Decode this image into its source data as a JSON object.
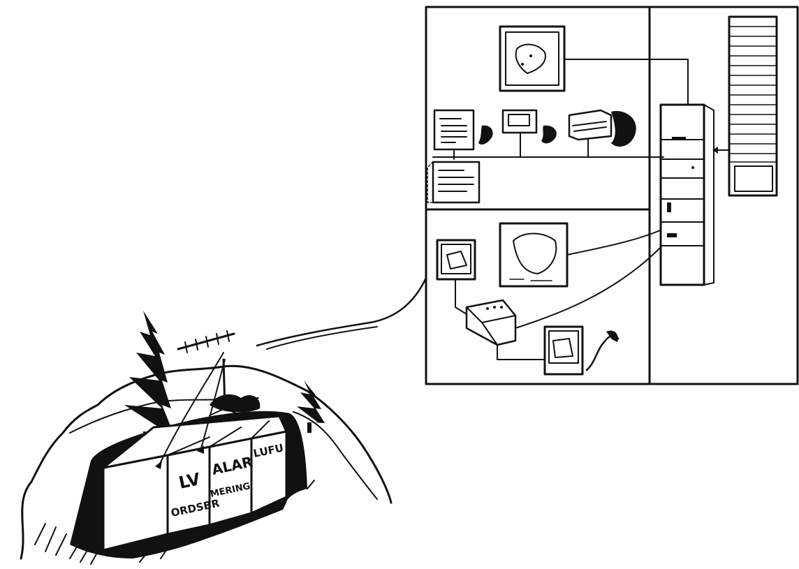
{
  "bunker": {
    "box_labels": [
      {
        "line1": "LV",
        "line2": "ORDSBR"
      },
      {
        "line1": "ALAR",
        "line2": "MERING"
      },
      {
        "line1": "LUFU",
        "line2": ""
      }
    ]
  },
  "colors": {
    "ink": "#111111",
    "paper": "#ffffff"
  },
  "icons": [
    "conifer-tree-icon",
    "antenna-mast-icon",
    "rack-cabinet-icon",
    "radar-screen-icon",
    "teleprinter-icon",
    "telephone-handset-icon",
    "modem-box-icon"
  ]
}
